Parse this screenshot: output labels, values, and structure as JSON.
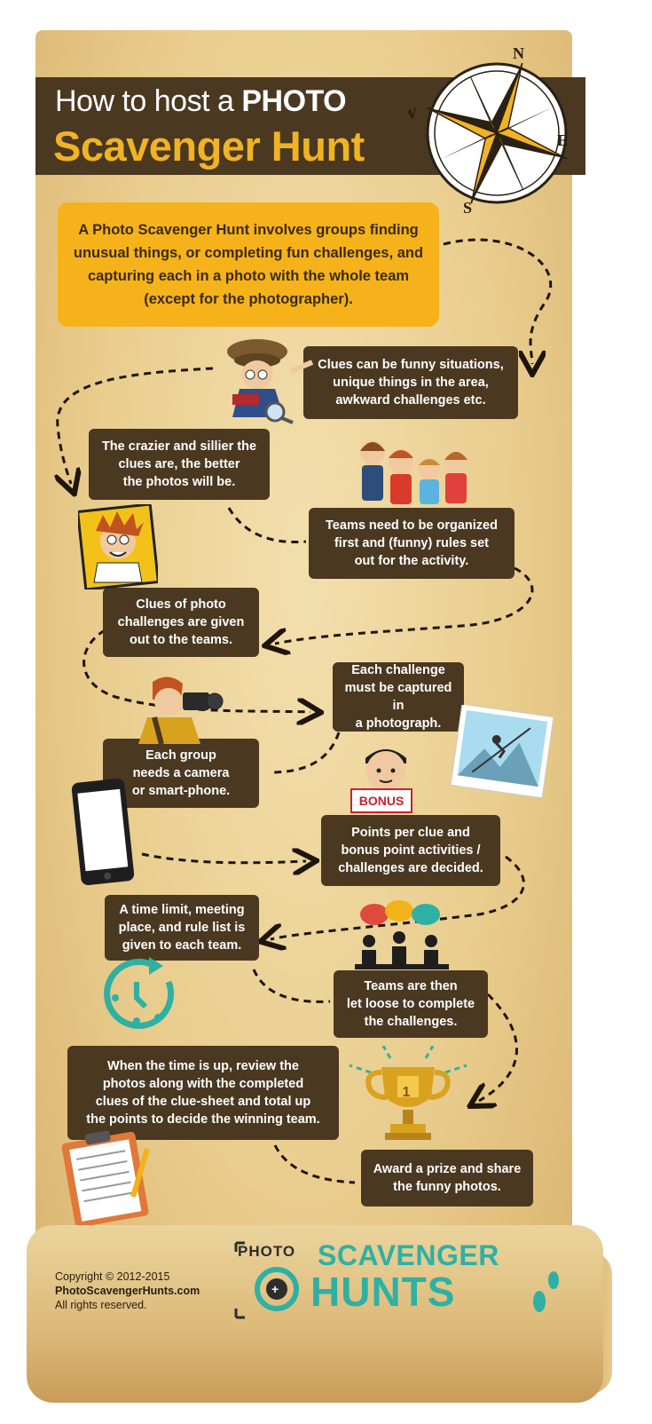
{
  "title": {
    "line1_prefix": "How to host a ",
    "line1_bold": "PHOTO",
    "line2": "Scavenger Hunt"
  },
  "compass": {
    "n": "N",
    "s": "S",
    "e": "E",
    "w": "W"
  },
  "intro": "A Photo Scavenger Hunt involves groups finding unusual things, or completing fun challenges, and capturing each in a photo with the whole team (except for the photographer).",
  "steps": [
    {
      "text": "Clues can be funny situations,\nunique things in the area,\nawkward challenges etc."
    },
    {
      "text": "The crazier and sillier the\nclues are, the better\nthe photos will be."
    },
    {
      "text": "Teams need to be organized\nfirst and (funny) rules set\nout for the activity."
    },
    {
      "text": "Clues of photo\nchallenges are given\nout to the teams."
    },
    {
      "text": "Each challenge\nmust be captured in\na photograph."
    },
    {
      "text": "Each group\nneeds a camera\nor smart-phone."
    },
    {
      "text": "Points per clue and\nbonus point activities /\nchallenges are decided."
    },
    {
      "text": "A time limit, meeting\nplace, and rule list is\ngiven to each team."
    },
    {
      "text": "Teams are then\nlet loose to complete\nthe challenges."
    },
    {
      "text": "When the time is up, review the\nphotos along with the completed\nclues of the clue-sheet and total up\nthe points to decide the winning team."
    },
    {
      "text": "Award a prize and share\nthe funny photos."
    }
  ],
  "bonus_label": "BONUS",
  "trophy_number": "1",
  "footer": {
    "copyright": "Copyright © 2012-2015",
    "site": "PhotoScavengerHunts.com",
    "rights": "All rights reserved."
  },
  "logo": {
    "photo": "PHOTO",
    "scavenger": "SCAVENGER",
    "hunts": "HUNTS"
  },
  "colors": {
    "dark_brown": "#4a3821",
    "accent_yellow": "#f0b323",
    "teal": "#2fb0a5",
    "parchment": "#e9cd8e"
  },
  "icons": [
    "compass-icon",
    "detective-icon",
    "kids-group-icon",
    "crazy-face-icon",
    "photographer-icon",
    "pole-vault-photo-icon",
    "smartphone-icon",
    "bonus-person-icon",
    "team-discussion-icon",
    "stopwatch-icon",
    "trophy-icon",
    "clipboard-icon",
    "footprints-icon"
  ]
}
